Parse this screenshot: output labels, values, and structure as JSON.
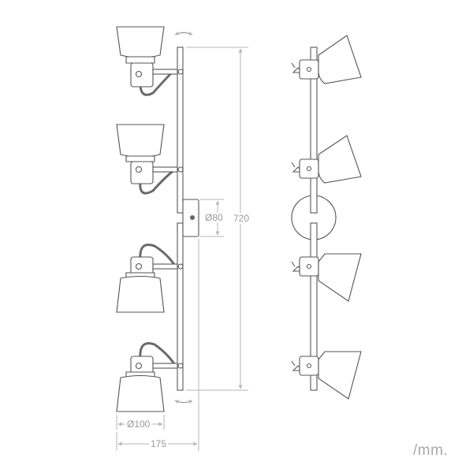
{
  "dimensions": {
    "total_height": "720",
    "canopy_diameter": "Ø80",
    "shade_diameter": "Ø100",
    "total_depth": "175"
  },
  "units_label": "/mm.",
  "colors": {
    "line": "#555555",
    "shade_fill": "#ffffff",
    "dimension": "#b5b5b5",
    "cable": "#707070"
  },
  "icons": {
    "rotation_top": "rotation-arrow-icon",
    "rotation_bottom": "rotation-arrow-icon"
  }
}
